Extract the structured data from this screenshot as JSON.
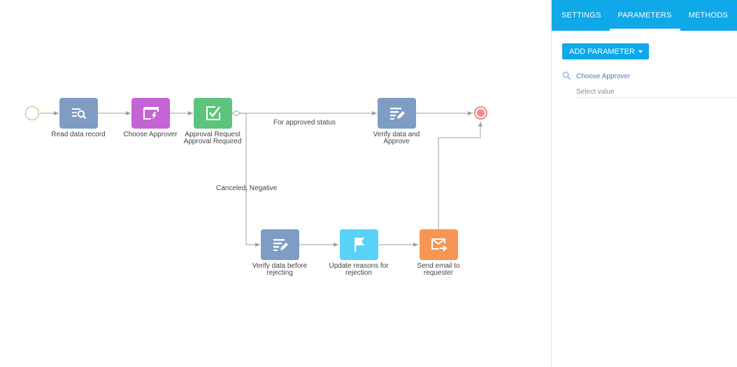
{
  "diagram": {
    "start_event": "start-event",
    "end_event": "end-event",
    "nodes": [
      {
        "id": "read-data",
        "caption_line1": "Read data record",
        "caption_line2": "",
        "color": "#7f9cc4",
        "icon": "read-data-icon"
      },
      {
        "id": "choose-approver",
        "caption_line1": "Choose Approver",
        "caption_line2": "",
        "color": "#c464d4",
        "icon": "script-lightning-icon"
      },
      {
        "id": "approval-request",
        "caption_line1": "Approval Request",
        "caption_line2": "Approval Required",
        "color": "#5ec47d",
        "icon": "approval-check-icon"
      },
      {
        "id": "verify-approve",
        "caption_line1": "Verify data and",
        "caption_line2": "Approve",
        "color": "#7f9cc4",
        "icon": "edit-page-icon"
      },
      {
        "id": "verify-reject",
        "caption_line1": "Verify data before",
        "caption_line2": "rejecting",
        "color": "#7f9cc4",
        "icon": "edit-page-icon"
      },
      {
        "id": "update-reasons",
        "caption_line1": "Update reasons for",
        "caption_line2": "rejection",
        "color": "#58d3f7",
        "icon": "flag-icon"
      },
      {
        "id": "send-email",
        "caption_line1": "Send email to",
        "caption_line2": "requester",
        "color": "#f79552",
        "icon": "email-send-icon"
      }
    ],
    "flow_labels": {
      "approved": "For approved status",
      "rejected": "Canceled, Negative"
    },
    "colors": {
      "flow_line": "#9aa0a6",
      "start_border": "#8fd16b",
      "end_border": "#f28b85"
    }
  },
  "panel": {
    "tabs": [
      {
        "label": "SETTINGS",
        "active": false
      },
      {
        "label": "PARAMETERS",
        "active": true
      },
      {
        "label": "METHODS",
        "active": false
      }
    ],
    "add_button_label": "ADD PARAMETER",
    "parameters": [
      {
        "name": "Choose Approver",
        "placeholder": "Select value",
        "icon": "search-icon"
      }
    ],
    "colors": {
      "accent": "#0fa8e8",
      "link": "#4e79b8"
    }
  }
}
